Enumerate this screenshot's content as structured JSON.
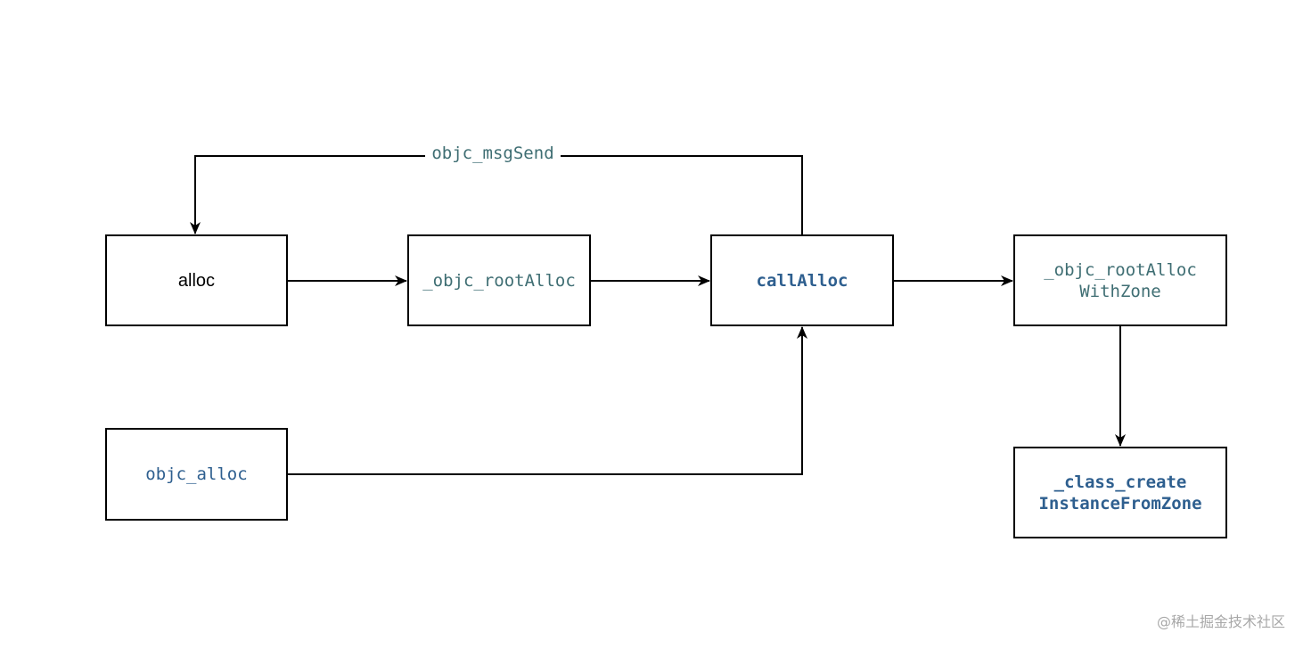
{
  "diagram": {
    "nodes": [
      {
        "id": "alloc",
        "label": "alloc"
      },
      {
        "id": "rootalloc",
        "label": "_objc_rootAlloc"
      },
      {
        "id": "callalloc",
        "label": "callAlloc"
      },
      {
        "id": "rootzone",
        "label": "_objc_rootAlloc\nWithZone"
      },
      {
        "id": "objcalloc",
        "label": "objc_alloc"
      },
      {
        "id": "classcreate",
        "label": "_class_create\nInstanceFromZone"
      }
    ],
    "edges": [
      {
        "from": "alloc",
        "to": "rootalloc"
      },
      {
        "from": "rootalloc",
        "to": "callalloc"
      },
      {
        "from": "callalloc",
        "to": "rootzone"
      },
      {
        "from": "rootzone",
        "to": "classcreate"
      },
      {
        "from": "objcalloc",
        "to": "callalloc"
      },
      {
        "from": "callalloc",
        "to": "alloc",
        "label": "objc_msgSend"
      }
    ],
    "colors": {
      "teal_text": "#3f6e73",
      "blue_text": "#2e5f8f",
      "line": "#000000"
    }
  },
  "watermark": "@稀土掘金技术社区"
}
